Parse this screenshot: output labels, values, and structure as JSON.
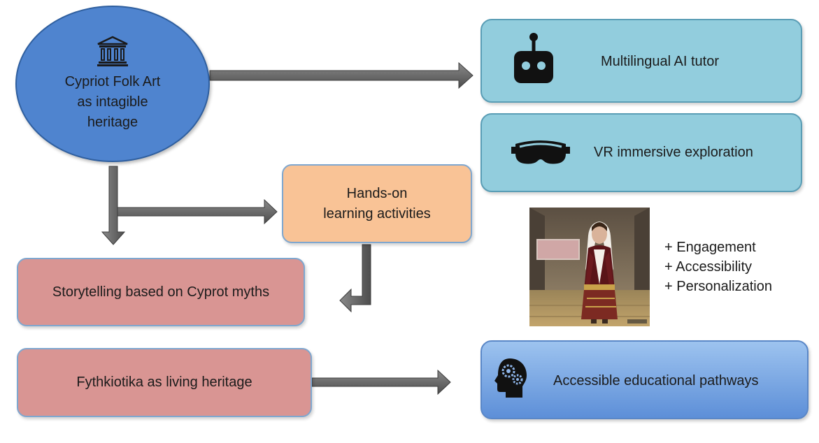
{
  "nodes": {
    "folk_art": {
      "line1": "Cypriot Folk Art",
      "line2": "as intagible",
      "line3": "heritage"
    },
    "ai_tutor": {
      "label": "Multilingual AI tutor"
    },
    "vr": {
      "label": "VR immersive exploration"
    },
    "hands_on": {
      "line1": "Hands-on",
      "line2": "learning activities"
    },
    "storytelling": {
      "label": "Storytelling based on Cyprot myths"
    },
    "fythkiotika": {
      "label": "Fythkiotika as living heritage"
    },
    "pathways": {
      "label": "Accessible educational pathways"
    }
  },
  "benefits": [
    "+ Engagement",
    "+ Accessibility",
    "+ Personalization"
  ],
  "icons": {
    "folk_art": "museum-icon",
    "ai_tutor": "robot-icon",
    "vr": "vr-headset-icon",
    "pathways": "head-gears-icon"
  },
  "colors": {
    "ellipse": "#4f84cf",
    "teal_box": "#92cddd",
    "orange_box": "#f9c396",
    "pink_box": "#d99593",
    "blue_box": "#7aa8e6",
    "arrow": "#6f6f6f"
  }
}
